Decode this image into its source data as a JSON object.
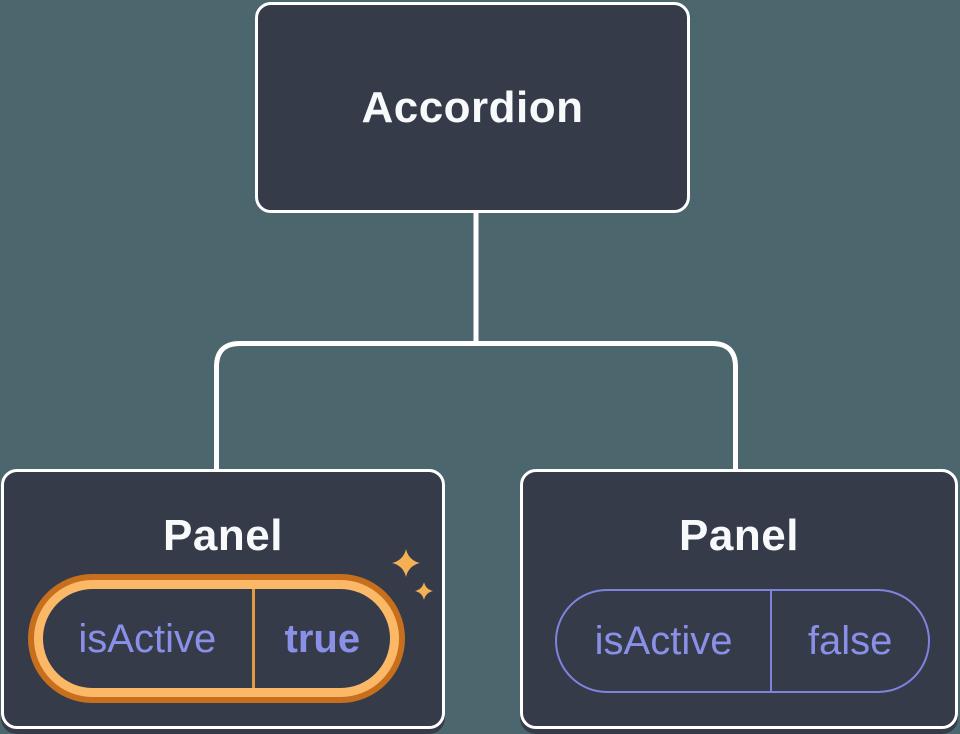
{
  "tree": {
    "root": {
      "label": "Accordion"
    },
    "children": [
      {
        "label": "Panel",
        "state": {
          "name": "isActive",
          "value": "true"
        },
        "highlighted": true
      },
      {
        "label": "Panel",
        "state": {
          "name": "isActive",
          "value": "false"
        },
        "highlighted": false
      }
    ]
  },
  "icons": {
    "sparkles": "sparkles-icon"
  },
  "colors": {
    "background": "#4C666D",
    "node_fill": "#353B48",
    "node_border": "#FFFFFF",
    "connector": "#FFFFFF",
    "title_text": "#F7F9FB",
    "state_text": "#8A90E8",
    "inactive_pill_border": "#7E84DE",
    "active_ring_outer": "#C76F1D",
    "active_ring_inner": "#FBB968",
    "active_divider": "#E09B40",
    "sparkle": "#F5AF55"
  }
}
